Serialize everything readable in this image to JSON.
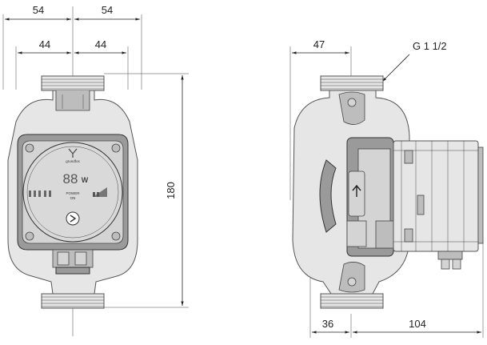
{
  "front_view": {
    "dim_left_outer": "54",
    "dim_right_outer": "54",
    "dim_left_inner": "44",
    "dim_right_inner": "44",
    "dim_height": "180",
    "brand": "grundfos",
    "display_digits": "88",
    "display_unit": "W",
    "power_label": "POWER",
    "power_sub": "ON"
  },
  "side_view": {
    "dim_top": "47",
    "thread_label": "G 1 1/2",
    "dim_bottom_left": "36",
    "dim_bottom_right": "104"
  },
  "colors": {
    "housing": "#e6e6e6",
    "dark_parts": "#9a9a9a",
    "lines": "#222222"
  }
}
